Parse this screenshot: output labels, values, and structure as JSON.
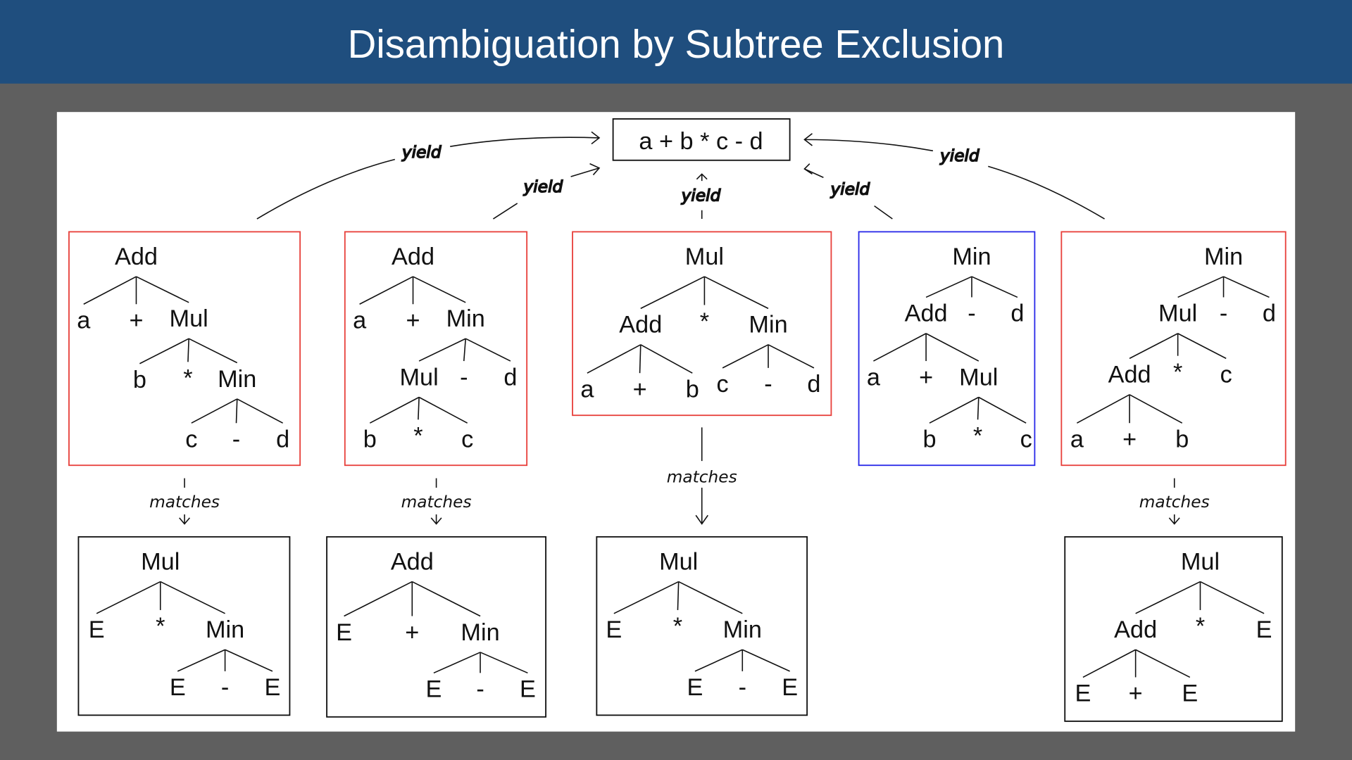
{
  "slide": {
    "title": "Disambiguation by Subtree Exclusion",
    "header_color": "#1f4e7e",
    "background_color": "#5f5f5f"
  },
  "sentence": "a + b * c - d",
  "edge_labels": {
    "yield": "yield",
    "matches": "matches"
  },
  "colors": {
    "red": "#e8413c",
    "blue": "#2a2ae8",
    "black": "#111111"
  },
  "parse_trees": [
    {
      "highlight": "red",
      "labels": [
        "Add",
        "a",
        "+",
        "Mul",
        "b",
        "*",
        "Min",
        "c",
        "-",
        "d"
      ]
    },
    {
      "highlight": "red",
      "labels": [
        "Add",
        "a",
        "+",
        "Min",
        "Mul",
        "-",
        "d",
        "b",
        "*",
        "c"
      ]
    },
    {
      "highlight": "red",
      "labels": [
        "Mul",
        "Add",
        "*",
        "Min",
        "a",
        "+",
        "b",
        "c",
        "-",
        "d"
      ]
    },
    {
      "highlight": "blue",
      "labels": [
        "Min",
        "Add",
        "-",
        "d",
        "a",
        "+",
        "Mul",
        "b",
        "*",
        "c"
      ]
    },
    {
      "highlight": "red",
      "labels": [
        "Min",
        "Mul",
        "-",
        "d",
        "Add",
        "*",
        "c",
        "a",
        "+",
        "b"
      ]
    }
  ],
  "patterns": [
    {
      "tree": 0,
      "labels": [
        "Mul",
        "E",
        "*",
        "Min",
        "E",
        "-",
        "E"
      ]
    },
    {
      "tree": 1,
      "labels": [
        "Add",
        "E",
        "+",
        "Min",
        "E",
        "-",
        "E"
      ]
    },
    {
      "tree": 2,
      "labels": [
        "Mul",
        "E",
        "*",
        "Min",
        "E",
        "-",
        "E"
      ]
    },
    {
      "tree": 4,
      "labels": [
        "Mul",
        "Add",
        "*",
        "E",
        "E",
        "+",
        "E"
      ]
    }
  ]
}
